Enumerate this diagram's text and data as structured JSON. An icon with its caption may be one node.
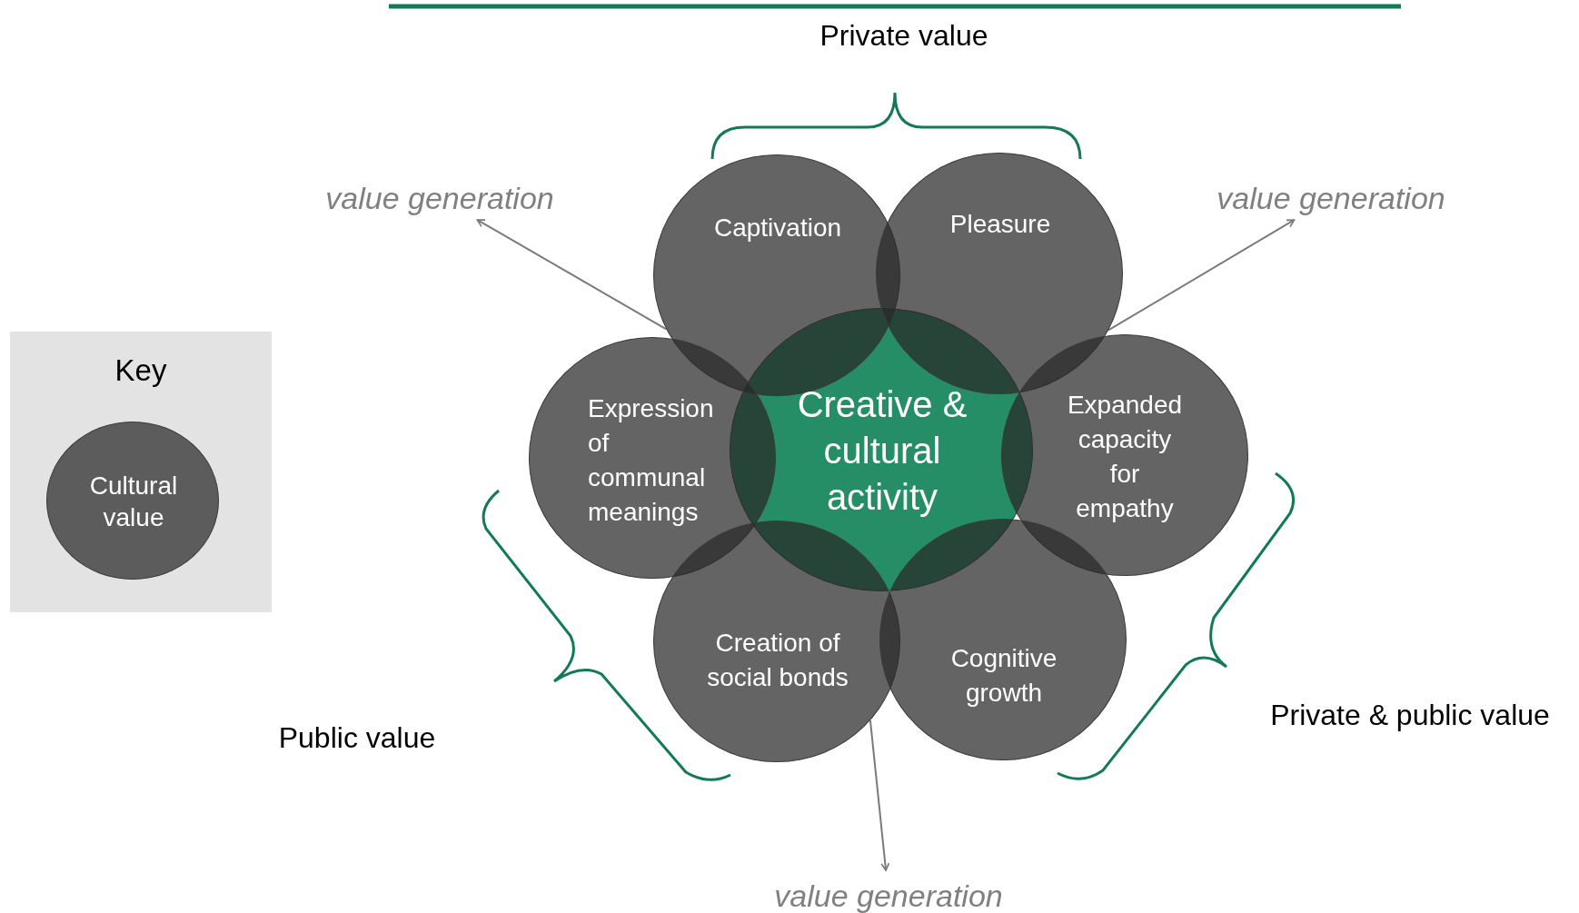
{
  "diagram": {
    "nodes": [
      {
        "text": [
          "Creative & cultural activity"
        ]
      },
      {
        "text": [
          "Captivation"
        ]
      },
      {
        "text": [
          "Pleasure"
        ]
      },
      {
        "text": [
          "Expression of communal meanings"
        ]
      },
      {
        "text": [
          "Expanded capacity for empathy"
        ]
      },
      {
        "text": [
          "Creation of social bonds"
        ]
      },
      {
        "text": [
          "Cognitive growth"
        ]
      },
      {
        "text": [
          "Key"
        ]
      },
      {
        "text": [
          "Cultural value"
        ],
        "in": 7
      },
      {
        "text": [
          "value generation"
        ]
      },
      {
        "text": [
          "value generation"
        ]
      },
      {
        "text": [
          "value generation"
        ]
      }
    ],
    "edges": [
      {
        "from": 1,
        "to": 9,
        "arrow": "to"
      },
      {
        "from": 2,
        "to": 10,
        "arrow": "to"
      },
      {
        "from": 5,
        "to": 11,
        "arrow": "to"
      }
    ],
    "labels": [
      "Private value",
      "Public value",
      "Private & public value"
    ]
  }
}
